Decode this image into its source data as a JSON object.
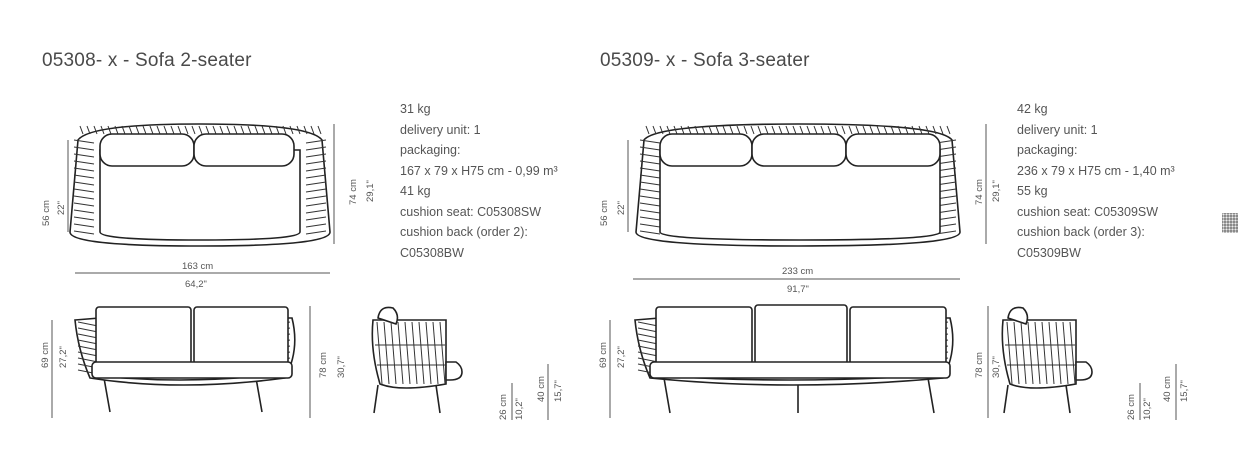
{
  "products": [
    {
      "title": "05308- x - Sofa 2-seater",
      "info": [
        "31 kg",
        "delivery unit: 1",
        "packaging:",
        "167 x 79 x H75 cm - 0,99 m³",
        "41 kg",
        "cushion seat: C05308SW",
        "cushion back (order 2):",
        "C05308BW"
      ],
      "dims": {
        "top_height_cm": "56 cm",
        "top_height_in": "22\"",
        "top_depth_cm": "74 cm",
        "top_depth_in": "29,1\"",
        "width_cm": "163 cm",
        "width_in": "64,2\"",
        "arm_height_cm": "69 cm",
        "arm_height_in": "27,2\"",
        "total_height_cm": "78 cm",
        "total_height_in": "30,7\"",
        "leg_height_cm": "26 cm",
        "leg_height_in": "10,2\"",
        "seat_height_cm": "40 cm",
        "seat_height_in": "15,7\""
      }
    },
    {
      "title": "05309- x - Sofa 3-seater",
      "info": [
        "42 kg",
        "delivery unit: 1",
        "packaging:",
        "236 x 79 x H75 cm - 1,40 m³",
        "55 kg",
        "cushion seat: C05309SW",
        "cushion back (order 3):",
        "C05309BW"
      ],
      "dims": {
        "top_height_cm": "56 cm",
        "top_height_in": "22\"",
        "top_depth_cm": "74 cm",
        "top_depth_in": "29,1\"",
        "width_cm": "233 cm",
        "width_in": "91,7\"",
        "arm_height_cm": "69 cm",
        "arm_height_in": "27,2\"",
        "total_height_cm": "78 cm",
        "total_height_in": "30,7\"",
        "leg_height_cm": "26 cm",
        "leg_height_in": "10,2\"",
        "seat_height_cm": "40 cm",
        "seat_height_in": "15,7\""
      }
    }
  ],
  "icons": {
    "side_widget": "grid-handle-icon"
  }
}
